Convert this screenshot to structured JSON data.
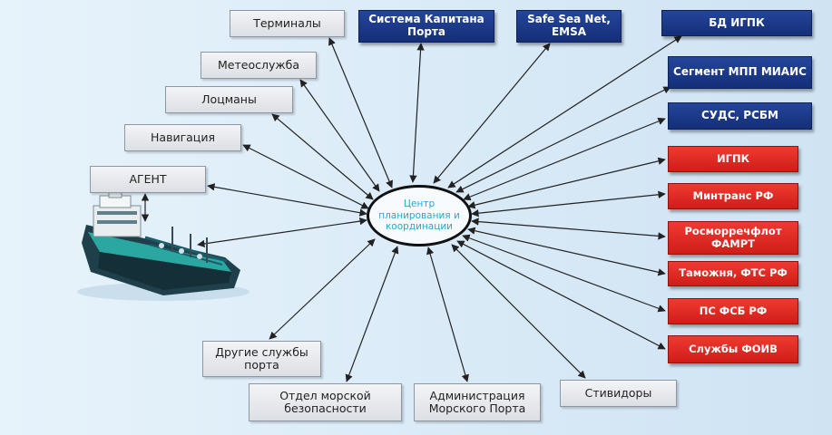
{
  "hub": {
    "label": "Центр планирования и координации",
    "text_color": "#29a7c9"
  },
  "colors": {
    "gray_box": "#e6e8ec",
    "navy_box": "#1d3a8a",
    "red_box": "#e02a24",
    "arrow": "#222222"
  },
  "ship": {
    "icon": "oil-tanker-icon"
  },
  "nodes": {
    "terminals": "Терминалы",
    "meteo": "Метеослужба",
    "pilots": "Лоцманы",
    "navigation": "Навигация",
    "agent": "АГЕНТ",
    "other_port_services": "Другие службы порта",
    "maritime_security_dept": "Отдел морской безопасности",
    "port_administration": "Администрация Морского Порта",
    "stevedores": "Стивидоры",
    "harbour_master_system": "Система Капитана Порта",
    "safe_sea_net": "Safe Sea Net, EMSA",
    "db_igpk": "БД ИГПК",
    "mpp_miais": "Сегмент МПП МИАИС",
    "suds_rsbm": "СУДС, РСБМ",
    "igpk": "ИГПК",
    "mintrans": "Минтранс РФ",
    "rosmorrechflot": "Росморречфлот ФАМРТ",
    "customs": "Таможня, ФТС РФ",
    "border_service": "ПС ФСБ РФ",
    "foiv_services": "Службы ФОИВ"
  }
}
